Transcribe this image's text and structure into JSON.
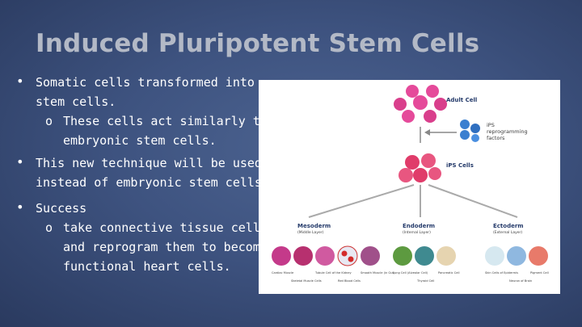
{
  "slide": {
    "title": "Induced Pluripotent Stem Cells",
    "bullets": [
      {
        "text": "Somatic cells transformed into stem cells.",
        "sub": [
          "These cells act similarly to embryonic stem cells."
        ]
      },
      {
        "text": "This new technique will be used instead of embryonic stem cells.",
        "sub": []
      },
      {
        "text": "Success",
        "sub": [
          "take connective tissue cells and reprogram them to become functional heart cells."
        ]
      }
    ]
  },
  "figure": {
    "adult_cell": "Adult Cell",
    "factors_line1": "iPS",
    "factors_line2": "reprogramming",
    "factors_line3": "factors",
    "ips_cells": "iPS Cells",
    "mesoderm": "Mesoderm",
    "mesoderm_sub": "(Middle Layer)",
    "endoderm": "Endoderm",
    "endoderm_sub": "(Internal Layer)",
    "ectoderm": "Ectoderm",
    "ectoderm_sub": "(External Layer)",
    "cell_labels": [
      "Cardiac Muscle",
      "Skeletal Muscle Cells",
      "Tubule Cell of the Kidney",
      "Red Blood Cells",
      "Smooth Muscle (in Gut)",
      "Lung Cell (Alveolar Cell)",
      "Thyroid Cell",
      "Pancreatic Cell",
      "Skin Cells of Epidermis",
      "Neuron of Brain",
      "Pigment Cell"
    ]
  }
}
